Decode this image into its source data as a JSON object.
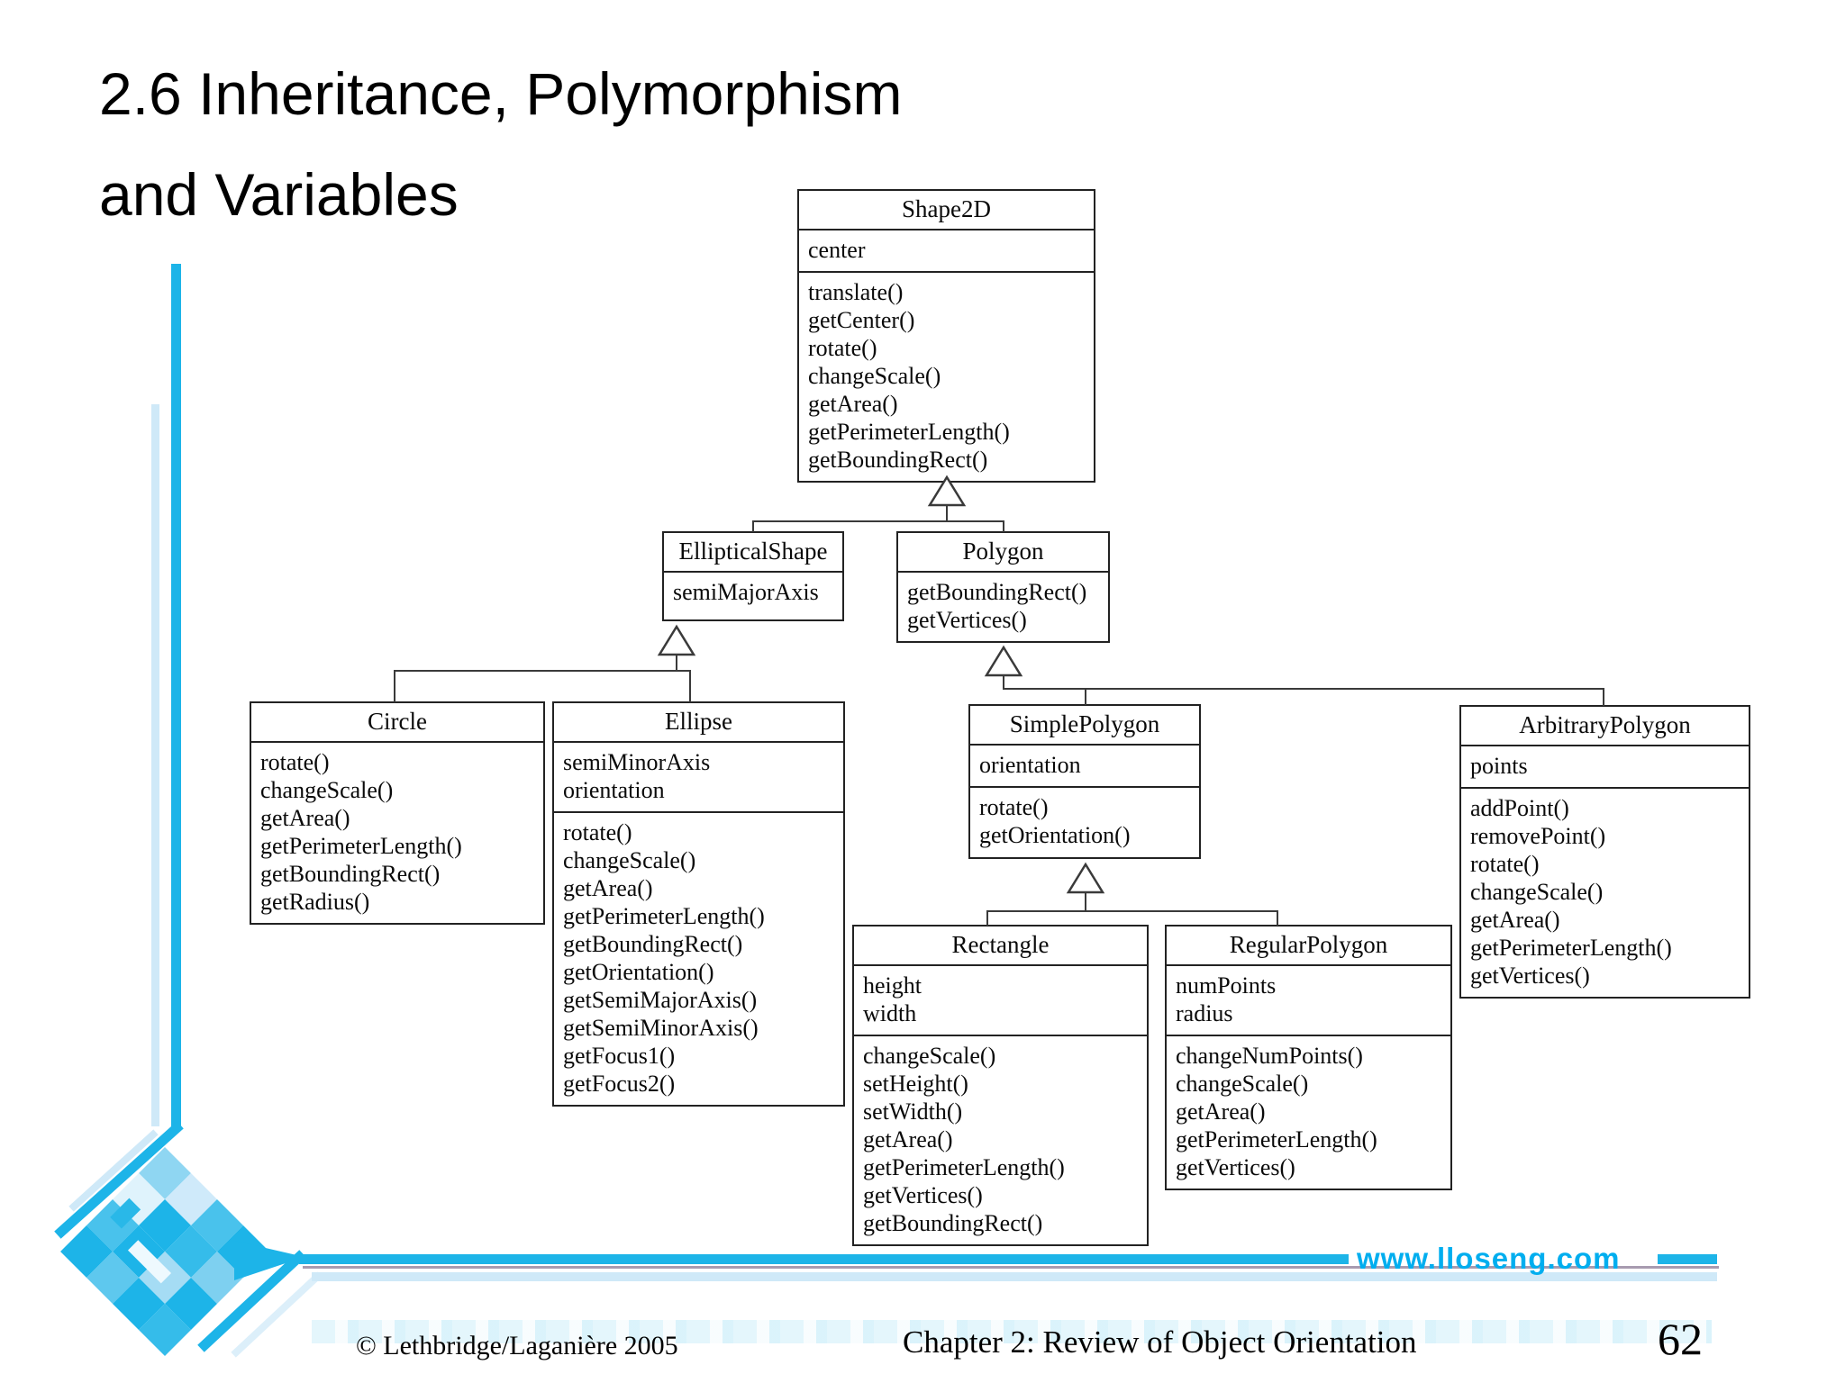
{
  "slide": {
    "title_line1": "2.6 Inheritance, Polymorphism",
    "title_line2": "and Variables",
    "footer": {
      "copyright": "© Lethbridge/Laganière 2005",
      "chapter": "Chapter 2: Review of Object Orientation",
      "page_number": "62",
      "website": "www.lloseng.com"
    },
    "colors": {
      "accent_cyan": "#1db4e8",
      "pale_blue": "#cfe9f8",
      "thin_line_gray": "#a89bb0",
      "site_text_cyan": "#00aeef"
    }
  },
  "diagram": {
    "classes": {
      "shape2d": {
        "name": "Shape2D",
        "attributes": [
          "center"
        ],
        "methods": [
          "translate()",
          "getCenter()",
          "rotate()",
          "changeScale()",
          "getArea()",
          "getPerimeterLength()",
          "getBoundingRect()"
        ]
      },
      "ellipticalshape": {
        "name": "EllipticalShape",
        "attributes": [
          "semiMajorAxis"
        ],
        "methods": []
      },
      "polygon": {
        "name": "Polygon",
        "attributes": [],
        "methods": [
          "getBoundingRect()",
          "getVertices()"
        ]
      },
      "circle": {
        "name": "Circle",
        "attributes": [],
        "methods": [
          "rotate()",
          "changeScale()",
          "getArea()",
          "getPerimeterLength()",
          "getBoundingRect()",
          "getRadius()"
        ]
      },
      "ellipse": {
        "name": "Ellipse",
        "attributes": [
          "semiMinorAxis",
          "orientation"
        ],
        "methods": [
          "rotate()",
          "changeScale()",
          "getArea()",
          "getPerimeterLength()",
          "getBoundingRect()",
          "getOrientation()",
          "getSemiMajorAxis()",
          "getSemiMinorAxis()",
          "getFocus1()",
          "getFocus2()"
        ]
      },
      "simplepolygon": {
        "name": "SimplePolygon",
        "attributes": [
          "orientation"
        ],
        "methods": [
          "rotate()",
          "getOrientation()"
        ]
      },
      "arbitrarypolygon": {
        "name": "ArbitraryPolygon",
        "attributes": [
          "points"
        ],
        "methods": [
          "addPoint()",
          "removePoint()",
          "rotate()",
          "changeScale()",
          "getArea()",
          "getPerimeterLength()",
          "getVertices()"
        ]
      },
      "rectangle": {
        "name": "Rectangle",
        "attributes": [
          "height",
          "width"
        ],
        "methods": [
          "changeScale()",
          "setHeight()",
          "setWidth()",
          "getArea()",
          "getPerimeterLength()",
          "getVertices()",
          "getBoundingRect()"
        ]
      },
      "regularpolygon": {
        "name": "RegularPolygon",
        "attributes": [
          "numPoints",
          "radius"
        ],
        "methods": [
          "changeNumPoints()",
          "changeScale()",
          "getArea()",
          "getPerimeterLength()",
          "getVertices()"
        ]
      }
    }
  }
}
